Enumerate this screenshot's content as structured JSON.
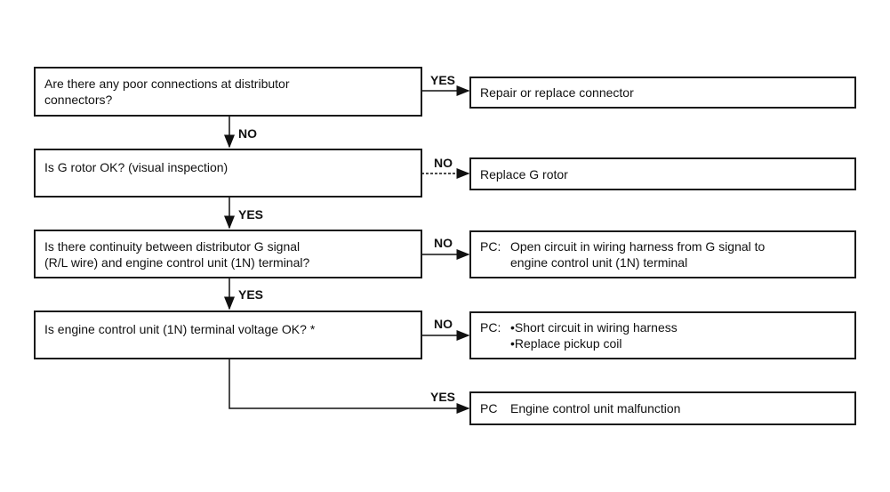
{
  "questions": [
    {
      "text": "Are there any poor connections at distributor\nconnectors?"
    },
    {
      "text": "Is G rotor OK? (visual inspection)"
    },
    {
      "text": "Is there continuity between distributor G signal\n(R/L wire) and engine control unit (1N) terminal?"
    },
    {
      "text": "Is engine control unit (1N) terminal voltage OK?   *"
    }
  ],
  "actions": [
    {
      "text": "Repair or replace connector"
    },
    {
      "text": "Replace G rotor"
    },
    {
      "prefix": "PC:",
      "text": "Open circuit in wiring harness from G signal to\nengine control unit (1N) terminal"
    },
    {
      "prefix": "PC:",
      "text": "•Short circuit in wiring harness\n•Replace pickup coil"
    },
    {
      "prefix": "PC",
      "text": "Engine control unit malfunction"
    }
  ],
  "side_labels": [
    "YES",
    "NO",
    "NO",
    "NO",
    "YES"
  ],
  "down_labels": [
    "NO",
    "YES",
    "YES"
  ]
}
